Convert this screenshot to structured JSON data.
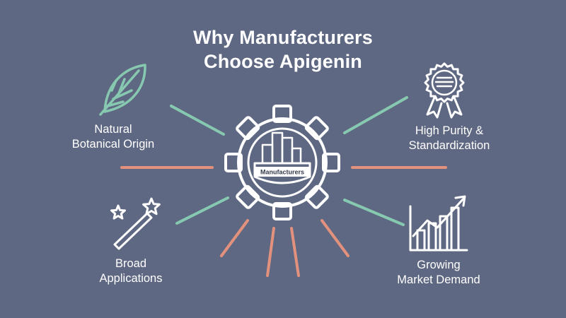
{
  "title": {
    "line1": "Why Manufacturers",
    "line2": "Choose Apigenin"
  },
  "hub": {
    "label": "Manufacturers",
    "icon": "gear-with-bar-chart-icon"
  },
  "benefits": [
    {
      "id": "natural",
      "line1": "Natural",
      "line2": "Botanical Origin",
      "icon": "leaf-icon"
    },
    {
      "id": "purity",
      "line1": "High Purity &",
      "line2": "Standardization",
      "icon": "award-ribbon-icon"
    },
    {
      "id": "broad",
      "line1": "Broad",
      "line2": "Applications",
      "icon": "magic-wand-stars-icon"
    },
    {
      "id": "growing",
      "line1": "Growing",
      "line2": "Market Demand",
      "icon": "growth-chart-icon"
    }
  ],
  "colors": {
    "background": "#5f6882",
    "text": "#ffffff",
    "ray_green": "#86c9b0",
    "ray_salmon": "#e2917d",
    "leaf": "#86c9b0",
    "icon_white": "#ffffff"
  }
}
